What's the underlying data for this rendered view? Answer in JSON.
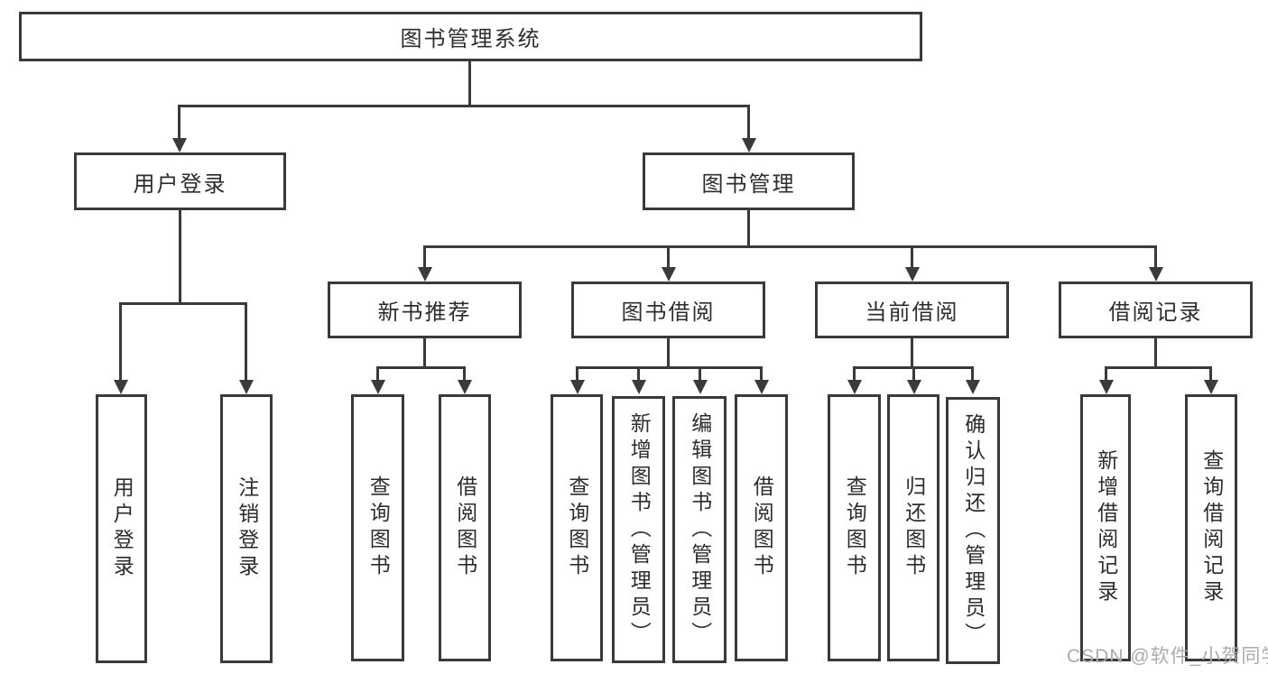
{
  "diagram": {
    "type": "hierarchy-tree",
    "title": "图书管理系统",
    "colors": {
      "line": "#3a3a3a",
      "box_border": "#3a3a3a",
      "text": "#2d2d2d",
      "watermark": "#ababab",
      "background": "#ffffff"
    }
  },
  "nodes": {
    "root": {
      "label": "图书管理系统"
    },
    "user_login": {
      "label": "用户登录"
    },
    "book_mgmt": {
      "label": "图书管理"
    },
    "leaf_login": {
      "label": "用户登录"
    },
    "leaf_logout": {
      "label": "注销登录"
    },
    "new_book": {
      "label": "新书推荐"
    },
    "borrow": {
      "label": "图书借阅"
    },
    "current": {
      "label": "当前借阅"
    },
    "records": {
      "label": "借阅记录"
    },
    "nb_query": {
      "label": "查询图书"
    },
    "nb_borrow": {
      "label": "借阅图书"
    },
    "bw_query": {
      "label": "查询图书"
    },
    "bw_add": {
      "label": "新增图书（管理员）"
    },
    "bw_edit": {
      "label": "编辑图书（管理员）"
    },
    "bw_borrow": {
      "label": "借阅图书"
    },
    "cb_query": {
      "label": "查询图书"
    },
    "cb_return": {
      "label": "归还图书"
    },
    "cb_confirm": {
      "label": "确认归还（管理员）"
    },
    "rc_add": {
      "label": "新增借阅记录"
    },
    "rc_query": {
      "label": "查询借阅记录"
    }
  },
  "watermark": {
    "text": "CSDN @软件_小贺同学"
  }
}
